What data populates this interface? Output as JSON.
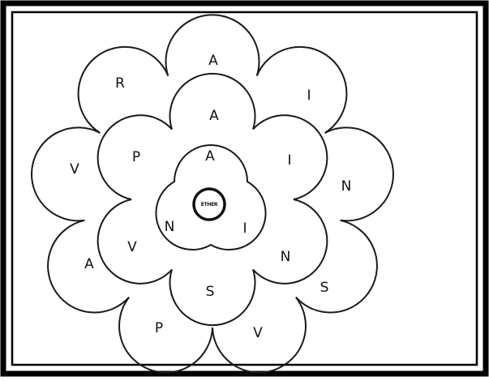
{
  "diagram": {
    "center_label": "ETHER",
    "outer_ring": {
      "letters": [
        "A",
        "I",
        "N",
        "S",
        "V",
        "P",
        "A",
        "V",
        "R"
      ]
    },
    "middle_ring": {
      "letters": [
        "A",
        "I",
        "N",
        "S",
        "V",
        "P"
      ]
    },
    "inner_ring": {
      "letters": [
        "A",
        "I",
        "N"
      ]
    }
  },
  "colors": {
    "frame": "#000000",
    "line": "#1a1a1a",
    "background": "#ffffff"
  }
}
